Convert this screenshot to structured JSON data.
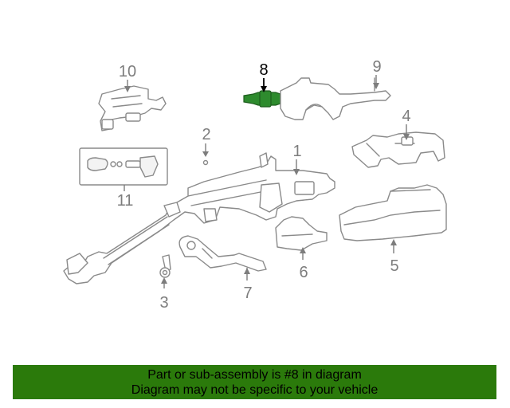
{
  "diagram": {
    "callouts": [
      {
        "id": "1",
        "label": "1"
      },
      {
        "id": "2",
        "label": "2"
      },
      {
        "id": "3",
        "label": "3"
      },
      {
        "id": "4",
        "label": "4"
      },
      {
        "id": "5",
        "label": "5"
      },
      {
        "id": "6",
        "label": "6"
      },
      {
        "id": "7",
        "label": "7"
      },
      {
        "id": "8",
        "label": "8"
      },
      {
        "id": "9",
        "label": "9"
      },
      {
        "id": "10",
        "label": "10"
      },
      {
        "id": "11",
        "label": "11"
      }
    ],
    "highlighted_part": "8",
    "colors": {
      "highlight": "#2e8b2e",
      "part_stroke": "#8a8a8a",
      "callout_text": "#7d7d7d",
      "banner": "#2b7a0b"
    }
  },
  "banner": {
    "line1": "Part or sub-assembly is #8 in diagram",
    "line2": "Diagram may not be specific to your vehicle"
  }
}
